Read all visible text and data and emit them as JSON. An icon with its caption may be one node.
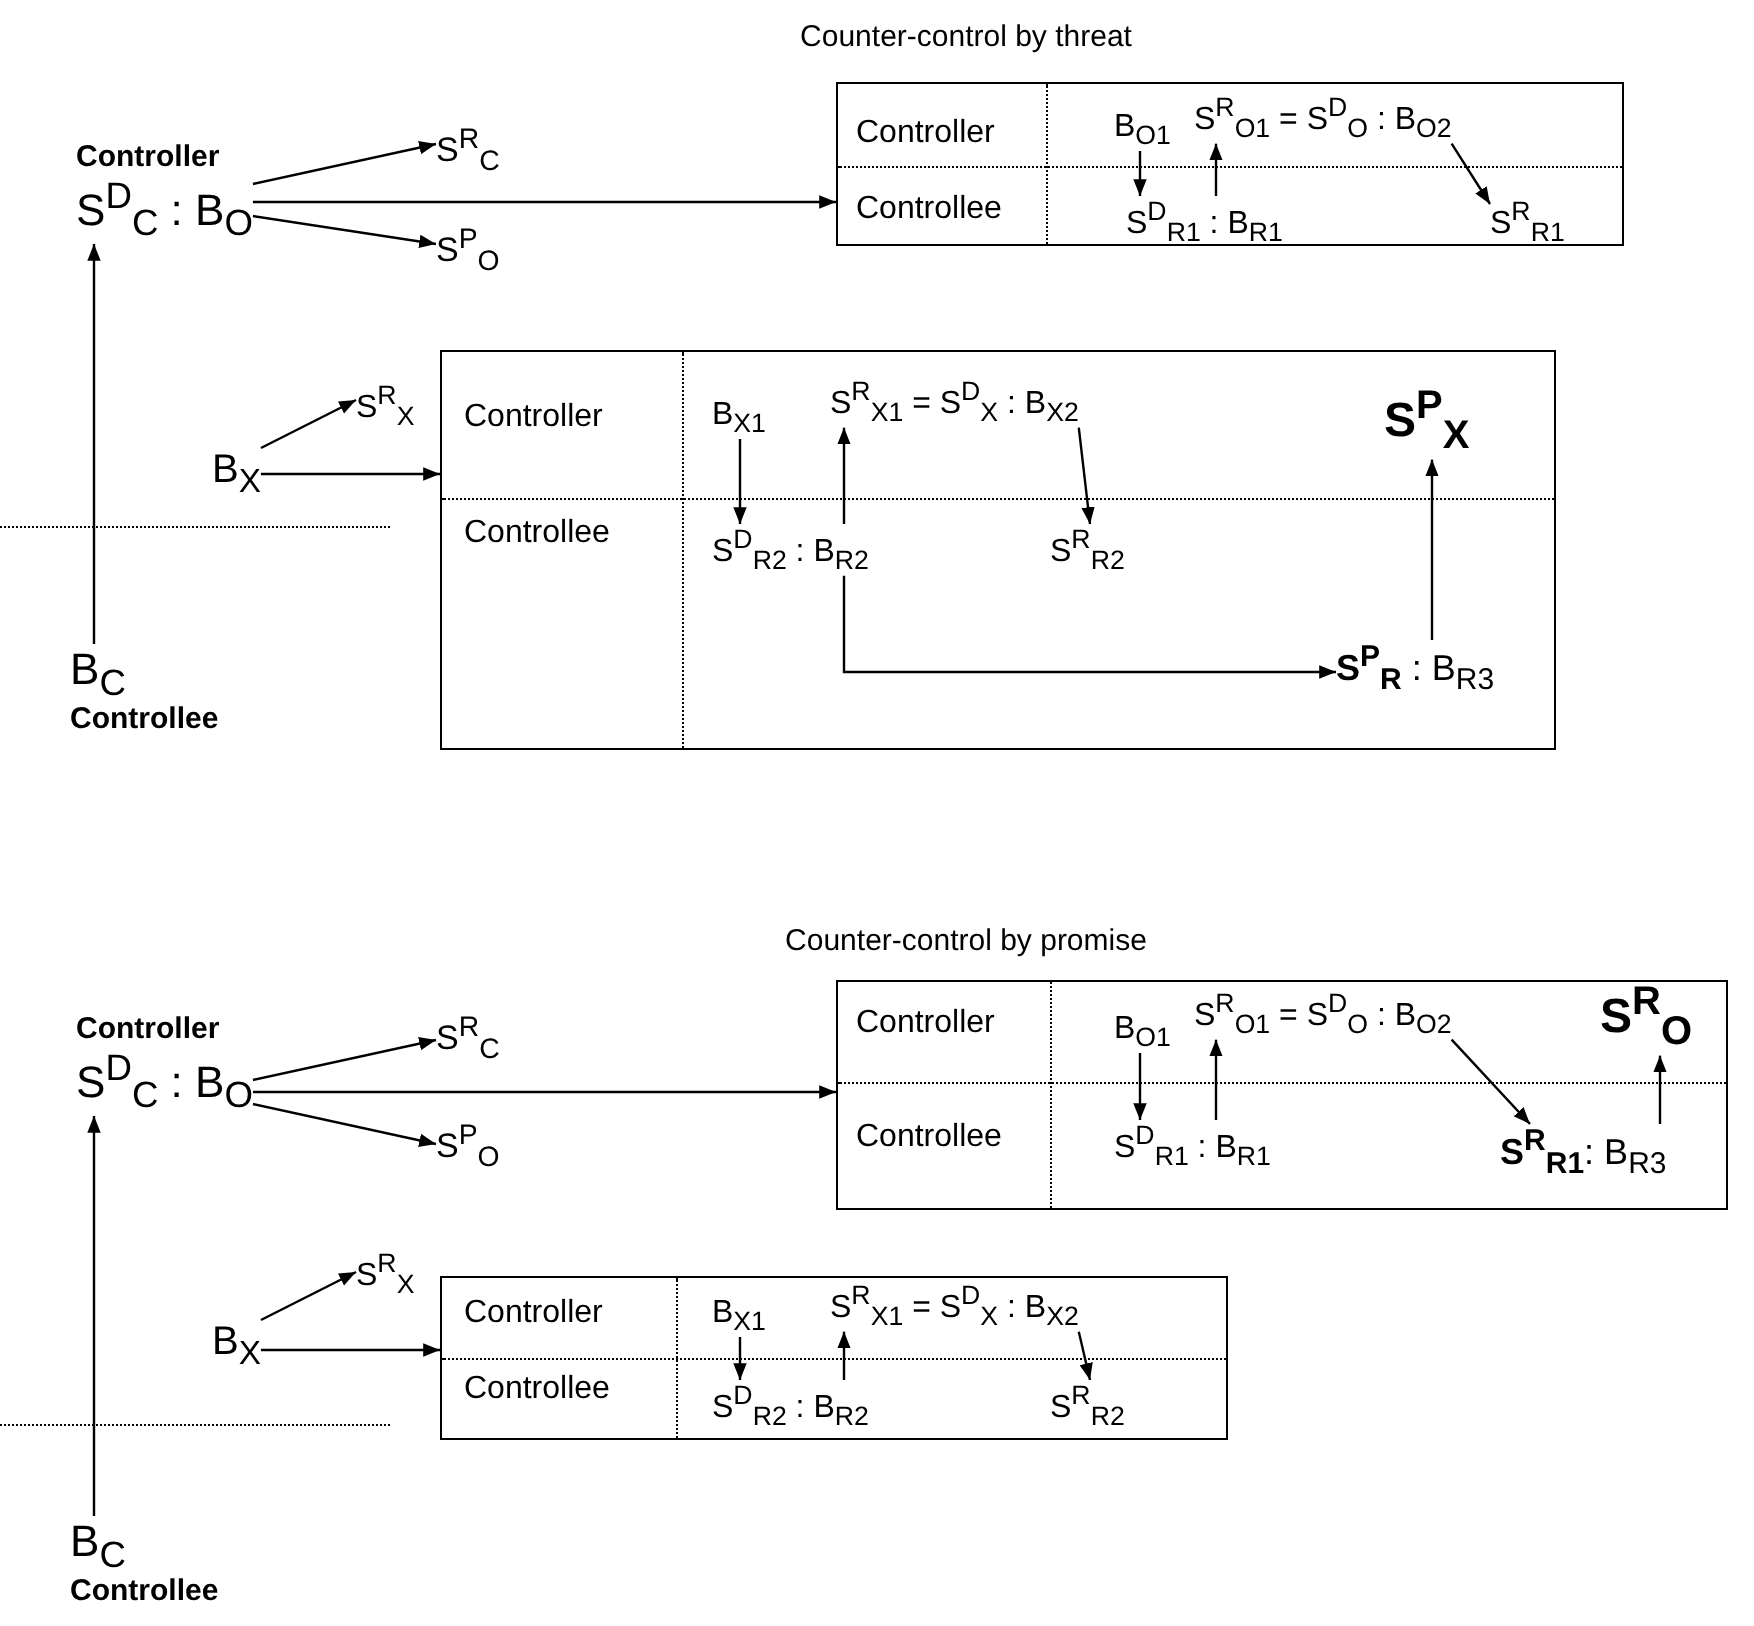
{
  "diagram": {
    "nodes": [
      {
        "text": [
          "Controller",
          "S$^{D}$$_{C}$ : B$_{O}$"
        ]
      },
      {
        "text": [
          "S$^{R}$$_{C}$"
        ]
      },
      {
        "text": [
          "S$^{P}$$_{O}$"
        ]
      },
      {
        "text": [],
        "shape": "box"
      },
      {
        "text": [
          "Controller"
        ],
        "in": 3
      },
      {
        "text": [
          "Controllee"
        ],
        "in": 3
      },
      {
        "text": [
          "B$_{O1}$"
        ],
        "in": 3
      },
      {
        "text": [
          "S$^{R}$$_{O1}$ = S$^{D}$$_{O}$ : B$_{O2}$"
        ],
        "in": 3
      },
      {
        "text": [
          "S$^{D}$$_{R1}$ : B$_{R1}$"
        ],
        "in": 3
      },
      {
        "text": [
          "S$^{R}$$_{R1}$"
        ],
        "in": 3
      },
      {
        "text": [
          "B$_{X}$"
        ]
      },
      {
        "text": [
          "S$^{R}$$_{X}$"
        ]
      },
      {
        "text": [],
        "shape": "box"
      },
      {
        "text": [
          "Controller"
        ],
        "in": 12
      },
      {
        "text": [
          "Controllee"
        ],
        "in": 12
      },
      {
        "text": [
          "B$_{X1}$"
        ],
        "in": 12
      },
      {
        "text": [
          "S$^{R}$$_{X1}$ = S$^{D}$$_{X}$ : B$_{X2}$"
        ],
        "in": 12
      },
      {
        "text": [
          "S$^{D}$$_{R2}$ : B$_{R2}$"
        ],
        "in": 12
      },
      {
        "text": [
          "S$^{R}$$_{R2}$"
        ],
        "in": 12
      },
      {
        "text": [
          "S$^{P}$$_{X}$"
        ],
        "in": 12
      },
      {
        "text": [
          "**S$^{P}$$_{R}$** : B$_{R3}$"
        ],
        "in": 12
      },
      {
        "text": [
          "B$_{C}$",
          "Controllee"
        ]
      },
      {
        "text": [
          "Controller",
          "S$^{D}$$_{C}$ : B$_{O}$"
        ]
      },
      {
        "text": [
          "S$^{R}$$_{C}$"
        ]
      },
      {
        "text": [
          "S$^{P}$$_{O}$"
        ]
      },
      {
        "text": [],
        "shape": "box"
      },
      {
        "text": [
          "Controller"
        ],
        "in": 25
      },
      {
        "text": [
          "Controllee"
        ],
        "in": 25
      },
      {
        "text": [
          "B$_{O1}$"
        ],
        "in": 25
      },
      {
        "text": [
          "S$^{R}$$_{O1}$ = S$^{D}$$_{O}$ : B$_{O2}$"
        ],
        "in": 25
      },
      {
        "text": [
          "S$^{R}$$_{O}$"
        ],
        "in": 25
      },
      {
        "text": [
          "S$^{D}$$_{R1}$ : B$_{R1}$"
        ],
        "in": 25
      },
      {
        "text": [
          "**S$^{R}$$_{R1}$**: B$_{R3}$"
        ],
        "in": 25
      },
      {
        "text": [
          "B$_{X}$"
        ]
      },
      {
        "text": [
          "S$^{R}$$_{X}$"
        ]
      },
      {
        "text": [],
        "shape": "box"
      },
      {
        "text": [
          "Controller"
        ],
        "in": 35
      },
      {
        "text": [
          "Controllee"
        ],
        "in": 35
      },
      {
        "text": [
          "B$_{X1}$"
        ],
        "in": 35
      },
      {
        "text": [
          "S$^{R}$$_{X1}$ = S$^{D}$$_{X}$ : B$_{X2}$"
        ],
        "in": 35
      },
      {
        "text": [
          "S$^{D}$$_{R2}$ : B$_{R2}$"
        ],
        "in": 35
      },
      {
        "text": [
          "S$^{R}$$_{R2}$"
        ],
        "in": 35
      },
      {
        "text": [
          "B$_{C}$",
          "Controllee"
        ]
      }
    ],
    "edges": [
      {
        "from": 0,
        "to": 1,
        "arrow": "to"
      },
      {
        "from": 0,
        "to": 2,
        "arrow": "to"
      },
      {
        "from": 0,
        "to": 3,
        "arrow": "to"
      },
      {
        "from": 6,
        "to": 8,
        "arrow": "to"
      },
      {
        "from": 8,
        "to": 7,
        "arrow": "to"
      },
      {
        "from": 7,
        "to": 9,
        "arrow": "to"
      },
      {
        "from": 10,
        "to": 11,
        "arrow": "to"
      },
      {
        "from": 10,
        "to": 12,
        "arrow": "to"
      },
      {
        "from": 15,
        "to": 17,
        "arrow": "to"
      },
      {
        "from": 17,
        "to": 16,
        "arrow": "to"
      },
      {
        "from": 16,
        "to": 18,
        "arrow": "to"
      },
      {
        "from": 17,
        "to": 20,
        "arrow": "to"
      },
      {
        "from": 20,
        "to": 19,
        "arrow": "to"
      },
      {
        "from": 21,
        "to": 0,
        "arrow": "to"
      },
      {
        "from": 22,
        "to": 23,
        "arrow": "to"
      },
      {
        "from": 22,
        "to": 24,
        "arrow": "to"
      },
      {
        "from": 22,
        "to": 25,
        "arrow": "to"
      },
      {
        "from": 28,
        "to": 31,
        "arrow": "to"
      },
      {
        "from": 31,
        "to": 29,
        "arrow": "to"
      },
      {
        "from": 29,
        "to": 32,
        "arrow": "to"
      },
      {
        "from": 32,
        "to": 30,
        "arrow": "to"
      },
      {
        "from": 33,
        "to": 34,
        "arrow": "to"
      },
      {
        "from": 33,
        "to": 35,
        "arrow": "to"
      },
      {
        "from": 38,
        "to": 40,
        "arrow": "to"
      },
      {
        "from": 40,
        "to": 39,
        "arrow": "to"
      },
      {
        "from": 39,
        "to": 41,
        "arrow": "to"
      },
      {
        "from": 42,
        "to": 22,
        "arrow": "to"
      }
    ],
    "labels": [
      "Counter-control by threat",
      "Counter-control by promise"
    ]
  }
}
